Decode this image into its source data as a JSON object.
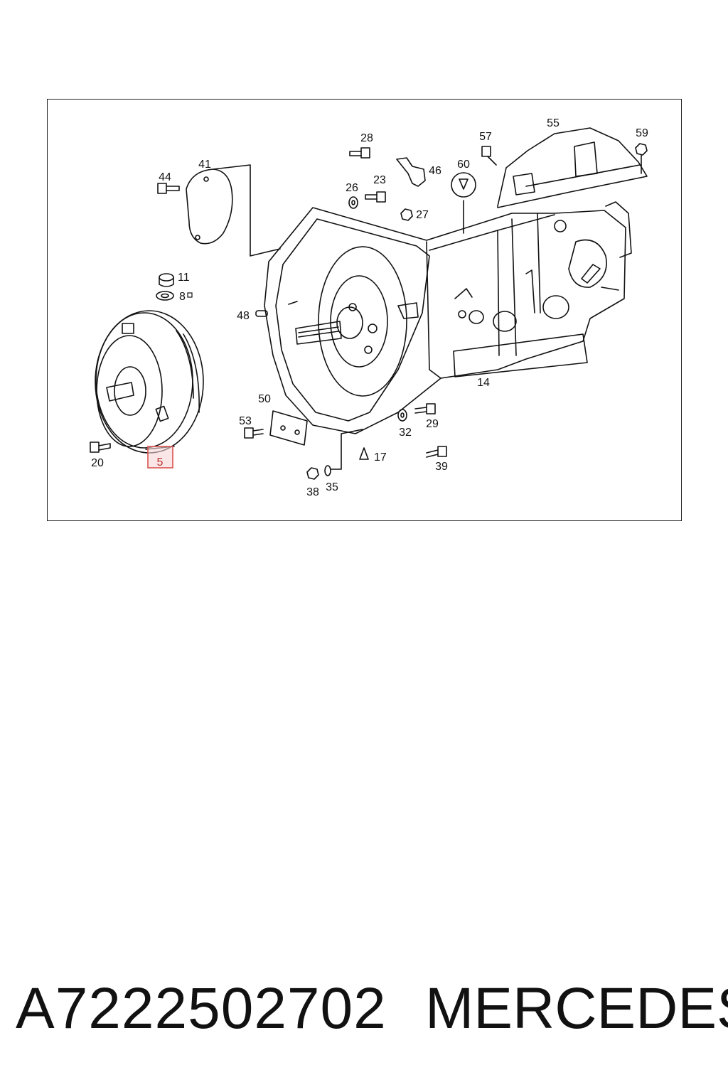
{
  "diagram": {
    "callouts": {
      "c5": "5",
      "c8": "8",
      "c11": "11",
      "c14": "14",
      "c17": "17",
      "c20": "20",
      "c23": "23",
      "c26": "26",
      "c27": "27",
      "c28": "28",
      "c29": "29",
      "c32": "32",
      "c35": "35",
      "c38": "38",
      "c39": "39",
      "c41": "41",
      "c44": "44",
      "c46": "46",
      "c48": "48",
      "c50": "50",
      "c53": "53",
      "c55": "55",
      "c57": "57",
      "c59": "59",
      "c60": "60"
    },
    "highlighted_part": "5",
    "highlight_color": "#d9534f"
  },
  "caption": {
    "part_number": "A7222502702",
    "brand": "MERCEDES"
  }
}
